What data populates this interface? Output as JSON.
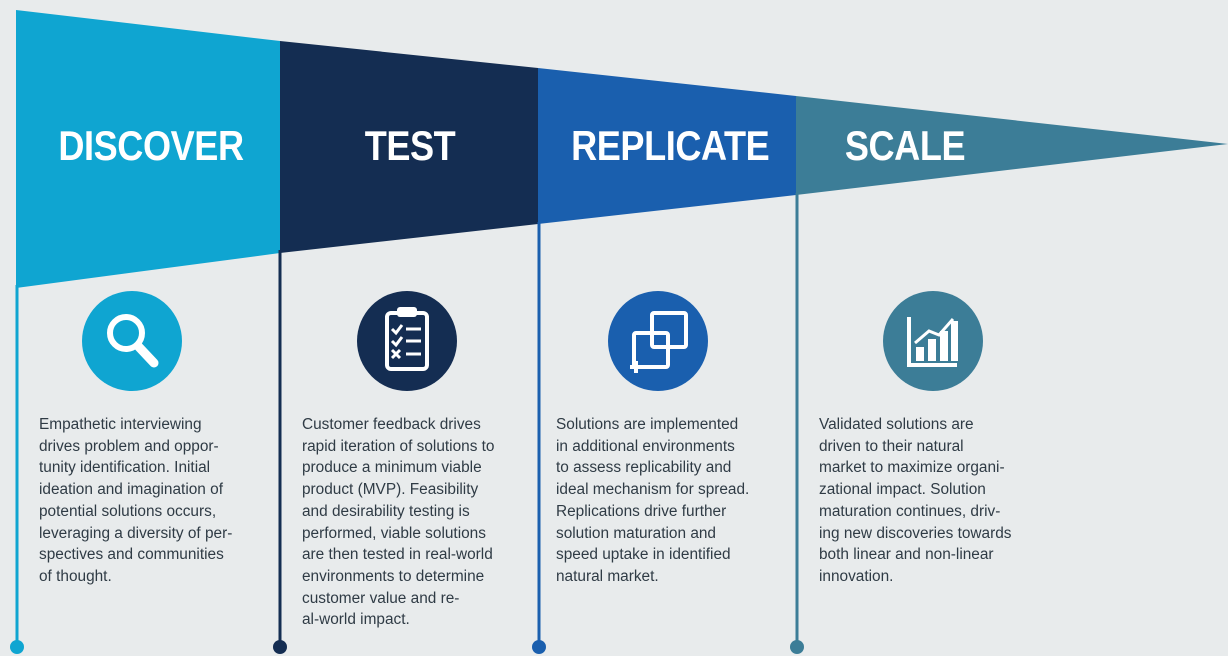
{
  "colors": {
    "background": "#e8ebec",
    "text": "#2f3b45"
  },
  "stages": [
    {
      "key": "discover",
      "title": "DISCOVER",
      "color": "#0fa5d1",
      "icon": "magnifying-glass-icon",
      "description": "Empathetic interviewing\ndrives problem and oppor-\ntunity identification. Initial\nideation and imagination of\npotential solutions occurs,\nleveraging a diversity of per-\nspectives and communities\nof thought."
    },
    {
      "key": "test",
      "title": "TEST",
      "color": "#142d52",
      "icon": "clipboard-checklist-icon",
      "description": "Customer feedback drives\nrapid iteration of solutions to\nproduce a minimum viable\nproduct (MVP). Feasibility\nand desirability testing is\nperformed, viable solutions\nare then tested in real-world\nenvironments to determine\ncustomer value and re-\nal-world impact."
    },
    {
      "key": "replicate",
      "title": "REPLICATE",
      "color": "#1a5fae",
      "icon": "copy-squares-icon",
      "description": "Solutions are implemented\nin additional environments\nto assess replicability and\nideal mechanism for spread.\nReplications drive further\nsolution maturation and\nspeed uptake in identified\nnatural market."
    },
    {
      "key": "scale",
      "title": "SCALE",
      "color": "#3c7d97",
      "icon": "bar-chart-growth-icon",
      "description": "Validated solutions are\ndriven to their natural\nmarket to maximize organi-\nzational impact. Solution\nmaturation continues, driv-\ning new discoveries towards\nboth linear and non-linear\ninnovation."
    }
  ]
}
